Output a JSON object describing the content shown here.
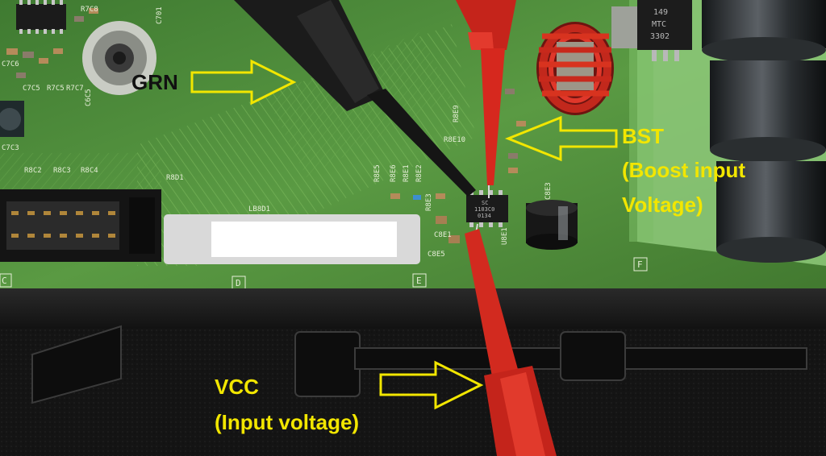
{
  "annotations": {
    "grn": "GRN",
    "bst_line1": "BST",
    "bst_line2": "(Boost input",
    "bst_line3": "Voltage)",
    "vcc_line1": "VCC",
    "vcc_line2": "(Input voltage)"
  },
  "board_silkscreen": {
    "r7c8": "R7C8",
    "c701": "C701",
    "c7c6": "C7C6",
    "c7c5": "C7C5",
    "r7c5": "R7C5",
    "r7c7": "R7C7",
    "c7c3": "C7C3",
    "c6c5": "C6C5",
    "r8c2": "R8C2",
    "r8c3": "R8C3",
    "r8c4": "R8C4",
    "r8d1": "R8D1",
    "r8e5": "R8E5",
    "r8e6": "R8E6",
    "r8e1": "R8E1",
    "r8e2": "R8E2",
    "r8e3": "R8E3",
    "r8e9": "R8E9",
    "r8e10": "R8E10",
    "c8e1": "C8E1",
    "c8e5": "C8E5",
    "c8e3": "C8E3",
    "u8e1": "U8E1",
    "lb8d1": "LB8D1",
    "zone_c": "C",
    "zone_d": "D",
    "zone_e": "E",
    "zone_f": "F",
    "chip_mark_1": "SC",
    "chip_mark_2": "1103C0",
    "chip_mark_3": "0134",
    "reg_mark_1": "149",
    "reg_mark_2": "MTC",
    "reg_mark_3": "3302"
  },
  "colors": {
    "annotation_yellow": "#f2e600",
    "pcb_green": "#4f8f3a",
    "probe_red": "#d6281e",
    "probe_black": "#1b1b1b"
  },
  "icons": [
    "arrow-right-outline",
    "arrow-left-outline"
  ]
}
